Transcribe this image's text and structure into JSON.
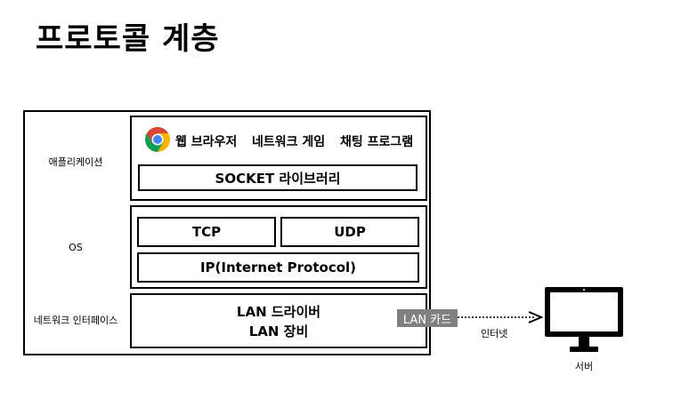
{
  "title": "프로토콜 계층",
  "layers": {
    "application": {
      "side_label": "애플리케이션",
      "apps": [
        "웹 브라우저",
        "네트워크 게임",
        "채팅 프로그램"
      ],
      "socket_label": "SOCKET 라이브러리"
    },
    "os": {
      "side_label": "OS",
      "tcp_label": "TCP",
      "udp_label": "UDP",
      "ip_label": "IP(Internet Protocol)"
    },
    "network_interface": {
      "side_label": "네트워크 인터페이스",
      "driver_label": "LAN 드라이버",
      "device_label": "LAN 장비",
      "card_label": "LAN 카드"
    }
  },
  "internet_label": "인터넷",
  "server_label": "서버",
  "icons": {
    "browser": "chrome-icon",
    "server": "monitor-icon"
  },
  "colors": {
    "lan_card_bg": "#808080",
    "chrome_red": "#DB4437",
    "chrome_yellow": "#F4B400",
    "chrome_green": "#0F9D58",
    "chrome_blue": "#4285F4"
  }
}
